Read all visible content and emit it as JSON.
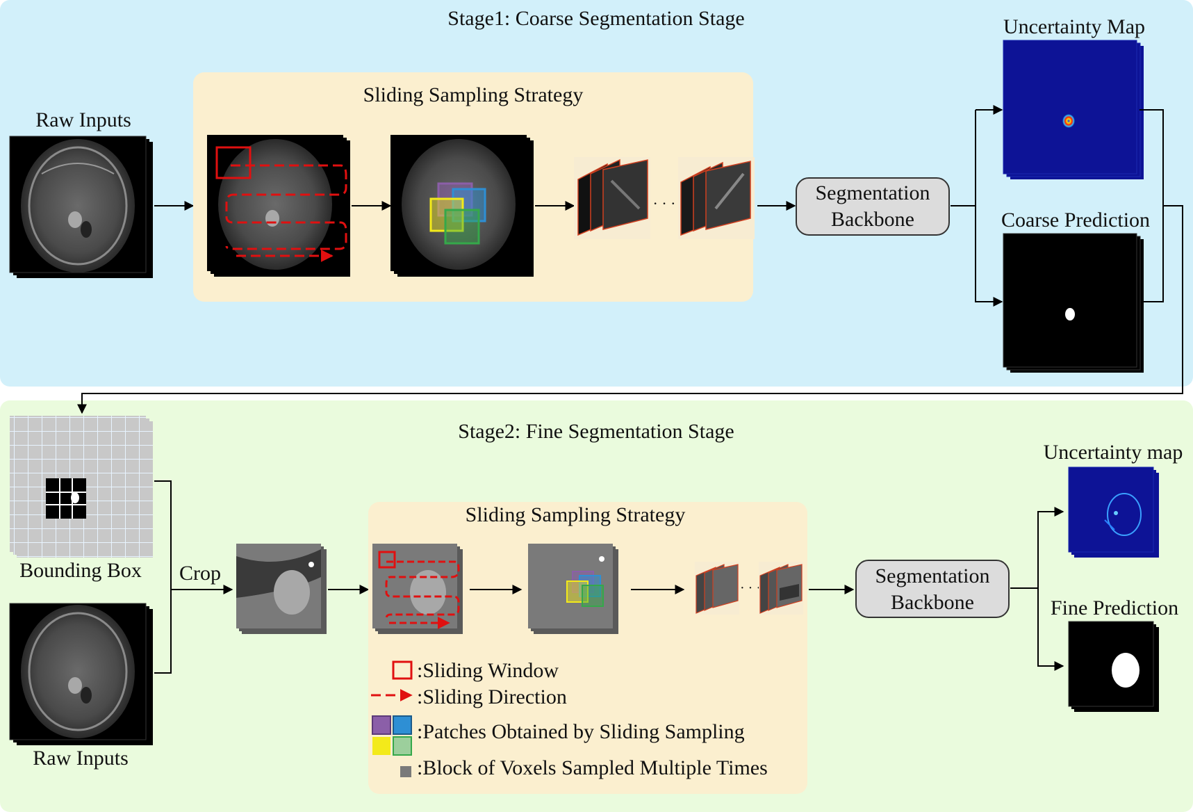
{
  "stage1": {
    "title": "Stage1: Coarse Segmentation Stage",
    "raw_inputs_label": "Raw Inputs",
    "sliding_title": "Sliding Sampling Strategy",
    "backbone_line1": "Segmentation",
    "backbone_line2": "Backbone",
    "uncertainty_label": "Uncertainty Map",
    "prediction_label": "Coarse Prediction",
    "ellipsis": "· · ·"
  },
  "stage2": {
    "title": "Stage2: Fine Segmentation Stage",
    "bbox_label": "Bounding Box",
    "raw_inputs_label": "Raw Inputs",
    "crop_label": "Crop",
    "sliding_title": "Sliding Sampling Strategy",
    "backbone_line1": "Segmentation",
    "backbone_line2": "Backbone",
    "uncertainty_label": "Uncertainty map",
    "prediction_label": "Fine Prediction",
    "ellipsis": "· · ·"
  },
  "legend": {
    "sliding_window": ":Sliding Window",
    "sliding_direction": ":Sliding Direction",
    "patches": ":Patches Obtained by Sliding Sampling",
    "voxel_block": ":Block of Voxels Sampled Multiple Times"
  },
  "colors": {
    "stage1_bg": "#d2f0fa",
    "stage2_bg": "#eafbdd",
    "strategy_bg": "#fbefcf",
    "backbone_fill": "#dcdcdc",
    "window_red": "#e01010",
    "patch_purple": "#8b5fa8",
    "patch_blue": "#2e8fd4",
    "patch_yellow": "#f3ea1a",
    "patch_green": "#35a84a",
    "voxel_gray": "#7a7a7a",
    "uncertainty_blue": "#0d1396"
  }
}
